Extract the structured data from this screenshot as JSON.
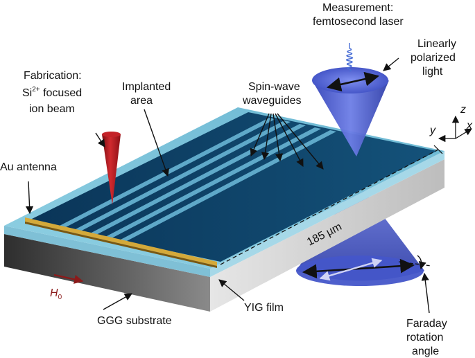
{
  "labels": {
    "measurement_title": "Measurement:",
    "measurement_sub": "femtosecond laser",
    "lin_pol_1": "Linearly",
    "lin_pol_2": "polarized",
    "lin_pol_3": "light",
    "fabrication_title": "Fabrication:",
    "si_symbol": "Si",
    "si_charge": "2+",
    "focused": " focused",
    "ion_beam": "ion beam",
    "implanted_1": "Implanted",
    "implanted_2": "area",
    "spin_wave_1": "Spin-wave",
    "spin_wave_2": "waveguides",
    "au_antenna": "Au antenna",
    "axis_z": "z",
    "axis_y": "y",
    "axis_x": "x",
    "length": "185 µm",
    "field_symbol": "H",
    "field_subscript": "0",
    "ggg": "GGG substrate",
    "yig": "YIG film",
    "faraday_1": "Faraday",
    "faraday_2": "rotation",
    "faraday_3": "angle"
  },
  "colors": {
    "film_top": "#7cc3da",
    "waveguide": "#0e3f63",
    "substrate_front": "#4a4a4a",
    "substrate_side": "#d2d2d2",
    "ion_beam": "#b11a22",
    "laser_cone": "#3d4fc4",
    "antenna": "#b58a2a",
    "field_arrow": "#8b1a1a"
  }
}
